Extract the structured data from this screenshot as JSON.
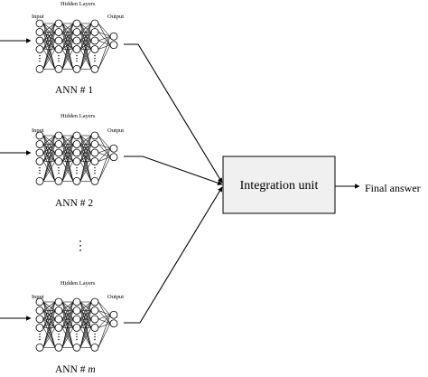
{
  "networks": [
    {
      "input_label": "Input",
      "hidden_label": "Hidden Layers",
      "output_label": "Output",
      "caption": "ANN # 1"
    },
    {
      "input_label": "Input",
      "hidden_label": "Hidden Layers",
      "output_label": "Output",
      "caption": "ANN # 2"
    },
    {
      "input_label": "Input",
      "hidden_label": "Hidden Layers",
      "output_label": "Output",
      "caption_prefix": "ANN # ",
      "caption_var": "m"
    }
  ],
  "ellipsis": "⋮",
  "integration_unit": {
    "label": "Integration unit",
    "fill": "#f0f0f0"
  },
  "final_answer": "Final answer"
}
